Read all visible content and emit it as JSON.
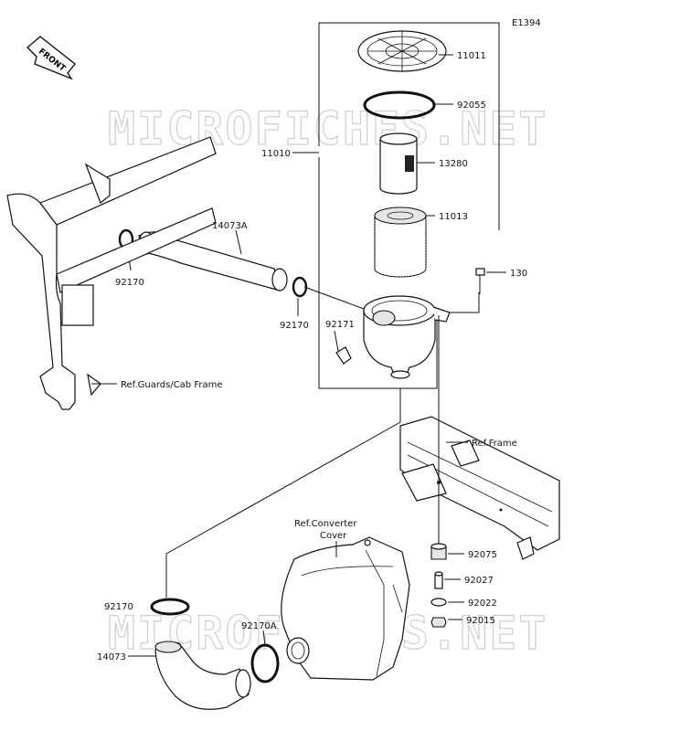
{
  "diagram_code": "E1394",
  "watermark": "MICROFICHES.NET",
  "front_label": "FRONT",
  "parts": [
    {
      "id": "11011",
      "label": "11011"
    },
    {
      "id": "92055",
      "label": "92055"
    },
    {
      "id": "11010",
      "label": "11010"
    },
    {
      "id": "13280",
      "label": "13280"
    },
    {
      "id": "14073A",
      "label": "14073A"
    },
    {
      "id": "11013",
      "label": "11013"
    },
    {
      "id": "92170_a",
      "label": "92170"
    },
    {
      "id": "130",
      "label": "130"
    },
    {
      "id": "92170_b",
      "label": "92170"
    },
    {
      "id": "92171",
      "label": "92171"
    },
    {
      "id": "92075",
      "label": "92075"
    },
    {
      "id": "92027",
      "label": "92027"
    },
    {
      "id": "92170_c",
      "label": "92170"
    },
    {
      "id": "92022",
      "label": "92022"
    },
    {
      "id": "92170A",
      "label": "92170A"
    },
    {
      "id": "92015",
      "label": "92015"
    },
    {
      "id": "14073",
      "label": "14073"
    }
  ],
  "references": {
    "guards": "Ref.Guards/Cab Frame",
    "frame": "Ref.Frame",
    "converter_line1": "Ref.Converter",
    "converter_line2": "Cover"
  }
}
